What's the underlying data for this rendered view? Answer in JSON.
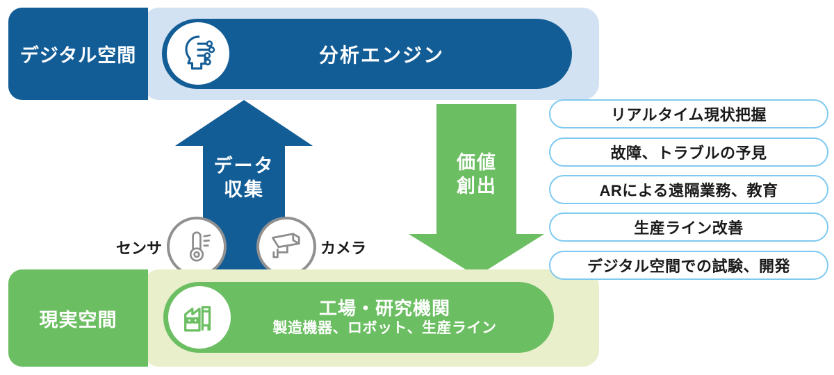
{
  "colors": {
    "dark_blue": "#135D97",
    "light_blue_band": "#D3E2F2",
    "green": "#6CBE62",
    "light_green_band": "#E9EFCB",
    "benefit_border_blue": "#7FC9F0",
    "device_circle_gray": "#909090",
    "text_black": "#1a1a1a",
    "white": "#ffffff"
  },
  "digital_space": {
    "label": "デジタル空間",
    "engine_label": "分析エンジン"
  },
  "arrows": {
    "data_collection": "データ\n収集",
    "value_creation": "価値\n創出"
  },
  "devices": {
    "sensor_label": "センサ",
    "camera_label": "カメラ"
  },
  "real_space": {
    "label": "現実空間",
    "facility_title": "工場・研究機関",
    "facility_subtitle": "製造機器、ロボット、生産ライン"
  },
  "benefits": [
    "リアルタイム現状把握",
    "故障、トラブルの予見",
    "ARによる遠隔業務、教育",
    "生産ライン改善",
    "デジタル空間での試験、開発"
  ]
}
